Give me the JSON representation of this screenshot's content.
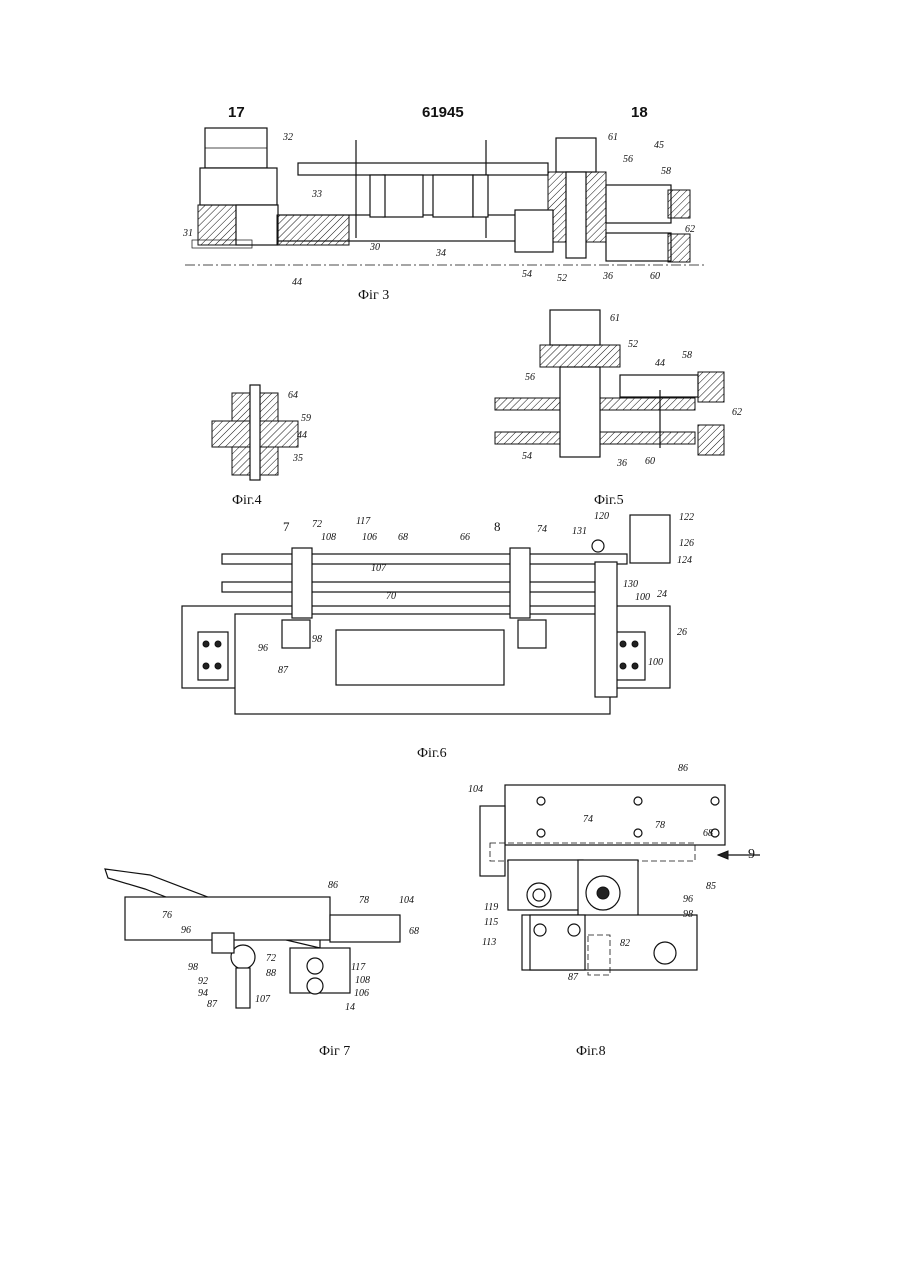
{
  "header": {
    "left_page": "17",
    "patent_number": "61945",
    "right_page": "18"
  },
  "captions": {
    "fig3": "Фіг 3",
    "fig4": "Фіг.4",
    "fig5": "Фіг.5",
    "fig6": "Фіг.6",
    "fig7": "Фіг 7",
    "fig8": "Фіг.8"
  },
  "labels": {
    "fig3": [
      "32",
      "33",
      "31",
      "44",
      "30",
      "34",
      "61",
      "45",
      "56",
      "58",
      "62",
      "54",
      "52",
      "36",
      "60"
    ],
    "fig4": [
      "64",
      "59",
      "44",
      "35"
    ],
    "fig5": [
      "61",
      "52",
      "44",
      "58",
      "56",
      "62",
      "54",
      "36",
      "60"
    ],
    "fig6": [
      "7",
      "72",
      "108",
      "117",
      "106",
      "68",
      "66",
      "8",
      "74",
      "131",
      "120",
      "122",
      "126",
      "124",
      "107",
      "70",
      "130",
      "100",
      "24",
      "26",
      "96",
      "98",
      "87",
      "100"
    ],
    "fig7": [
      "86",
      "78",
      "104",
      "76",
      "96",
      "68",
      "98",
      "72",
      "88",
      "92",
      "94",
      "87",
      "107",
      "117",
      "108",
      "106",
      "14"
    ],
    "fig8": [
      "86",
      "104",
      "74",
      "78",
      "68",
      "9",
      "119",
      "85",
      "115",
      "96",
      "98",
      "113",
      "82",
      "87"
    ]
  }
}
